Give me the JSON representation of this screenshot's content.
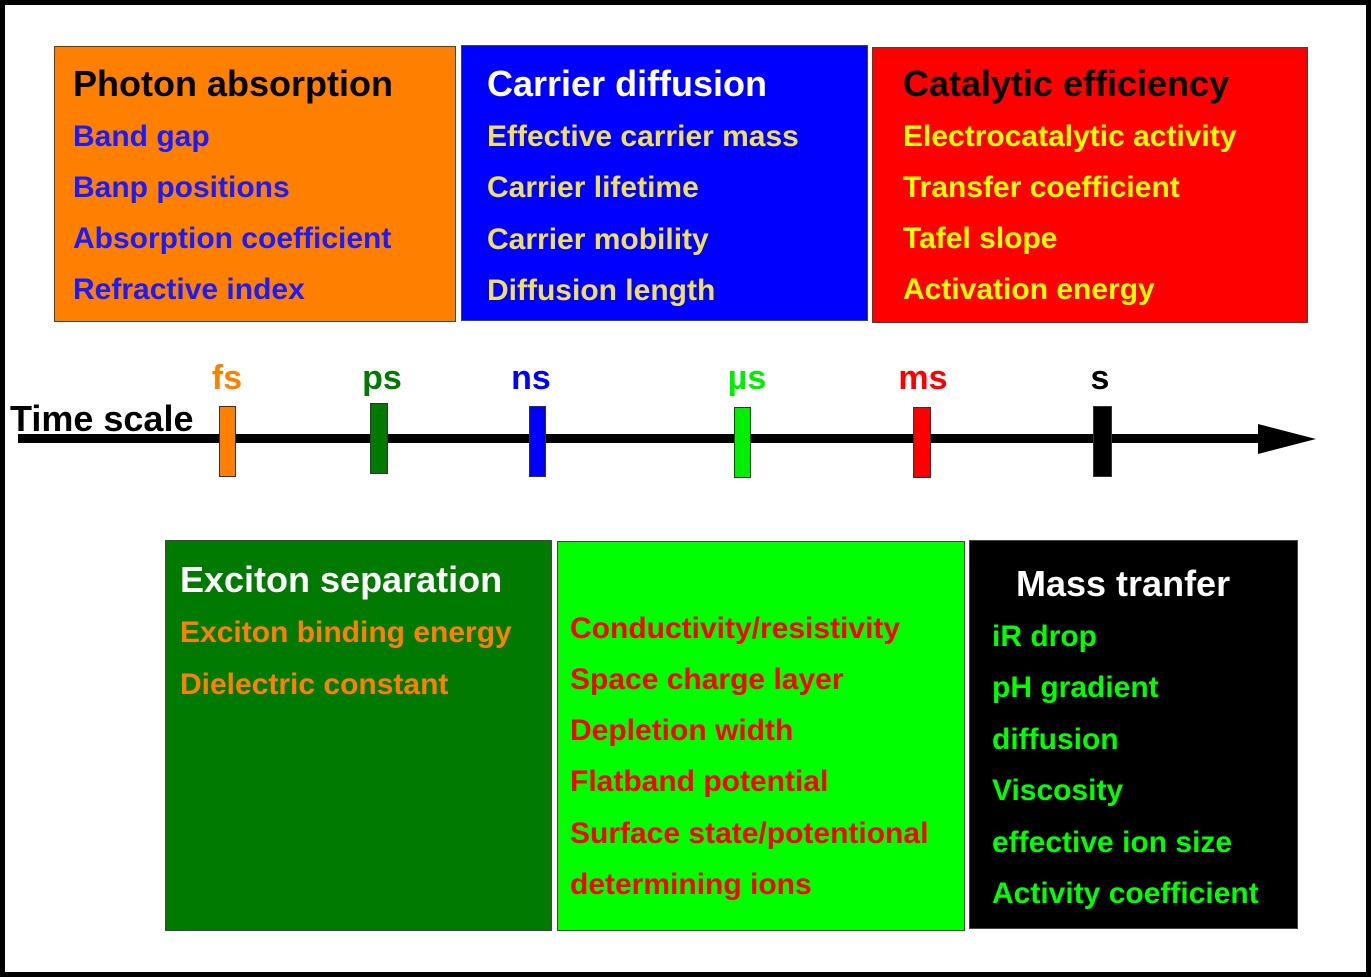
{
  "top_boxes": [
    {
      "title": "Photon absorption",
      "bg": "#ff8000",
      "title_color": "#000000",
      "item_color": "#1a1aff",
      "items": [
        "Band gap",
        "Banp positions",
        "Absorption coefficient",
        "Refractive index"
      ]
    },
    {
      "title": "Carrier diffusion",
      "bg": "#0000ff",
      "title_color": "#ffffff",
      "item_color": "#f0e060",
      "items": [
        "Effective carrier mass",
        "Carrier lifetime",
        "Carrier mobility",
        "Diffusion length"
      ]
    },
    {
      "title": "Catalytic efficiency",
      "bg": "#ff0000",
      "title_color": "#000000",
      "item_color": "#ffff00",
      "items": [
        "Electrocatalytic activity",
        "Transfer coefficient",
        "Tafel slope",
        "Activation energy"
      ]
    }
  ],
  "timeline": {
    "title": "Time scale",
    "ticks": [
      {
        "label": "fs",
        "color": "#ff8000"
      },
      {
        "label": "ps",
        "color": "#007a00"
      },
      {
        "label": "ns",
        "color": "#0000ff"
      },
      {
        "label": "µs",
        "color": "#00ee00"
      },
      {
        "label": "ms",
        "color": "#ff0000"
      },
      {
        "label": "s",
        "color": "#000000"
      }
    ]
  },
  "bottom_boxes": [
    {
      "title": "Exciton separation",
      "bg": "#007a00",
      "title_color": "#ffffff",
      "item_color": "#ff8000",
      "items": [
        "Exciton binding energy",
        "Dielectric constant"
      ]
    },
    {
      "title": "",
      "bg": "#00ff00",
      "title_color": "#ff0000",
      "item_color": "#ff0000",
      "items": [
        "Conductivity/resistivity",
        "Space charge layer",
        "Depletion width",
        "Flatband potential",
        "Surface state/potentional",
        "determining ions"
      ]
    },
    {
      "title": "Mass tranfer",
      "bg": "#000000",
      "title_color": "#ffffff",
      "item_color": "#00ff00",
      "items": [
        "iR drop",
        "pH gradient",
        "diffusion",
        "Viscosity",
        "effective ion size",
        "Activity coefficient"
      ]
    }
  ]
}
